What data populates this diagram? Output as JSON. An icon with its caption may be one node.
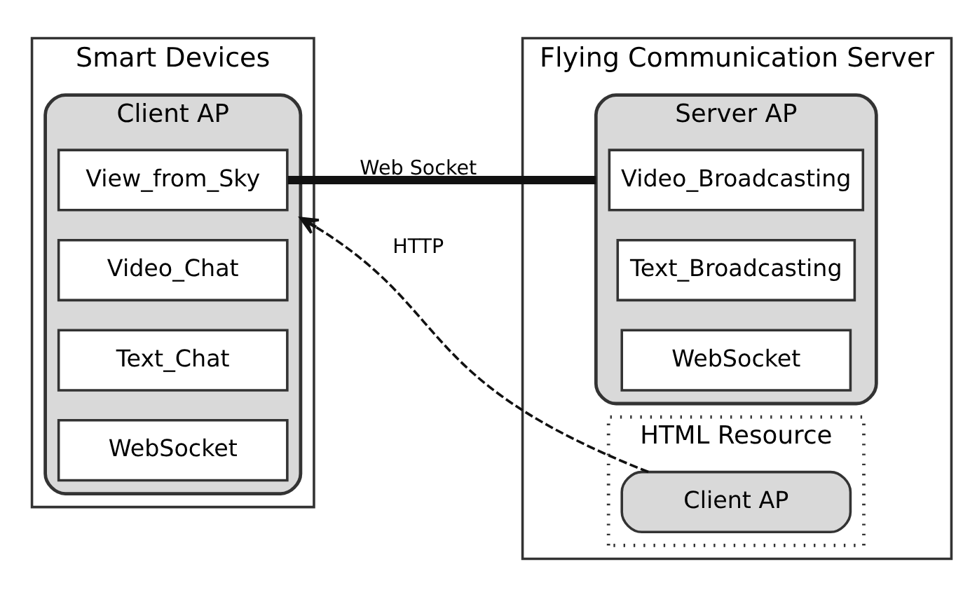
{
  "diagram": {
    "nodes": [
      {
        "text": [
          "Smart Devices"
        ]
      },
      {
        "text": [
          "Client AP"
        ],
        "in": 0
      },
      {
        "text": [
          "View_from_Sky"
        ],
        "in": 1
      },
      {
        "text": [
          "Video_Chat"
        ],
        "in": 1
      },
      {
        "text": [
          "Text_Chat"
        ],
        "in": 1
      },
      {
        "text": [
          "WebSocket"
        ],
        "in": 1
      },
      {
        "text": [
          "Flying Communication Server"
        ]
      },
      {
        "text": [
          "Server AP"
        ],
        "in": 6
      },
      {
        "text": [
          "Video_Broadcasting"
        ],
        "in": 7
      },
      {
        "text": [
          "Text_Broadcasting"
        ],
        "in": 7
      },
      {
        "text": [
          "WebSocket"
        ],
        "in": 7
      },
      {
        "text": [
          "HTML Resource"
        ],
        "in": 6
      },
      {
        "text": [
          "Client AP"
        ],
        "in": 11
      }
    ],
    "edges": [
      {
        "from": 2,
        "to": 7,
        "arrow": "none",
        "label": "Web Socket",
        "style": "thick"
      },
      {
        "from": 12,
        "to": 1,
        "arrow": "to",
        "label": "HTTP",
        "style": "dashed"
      }
    ]
  }
}
